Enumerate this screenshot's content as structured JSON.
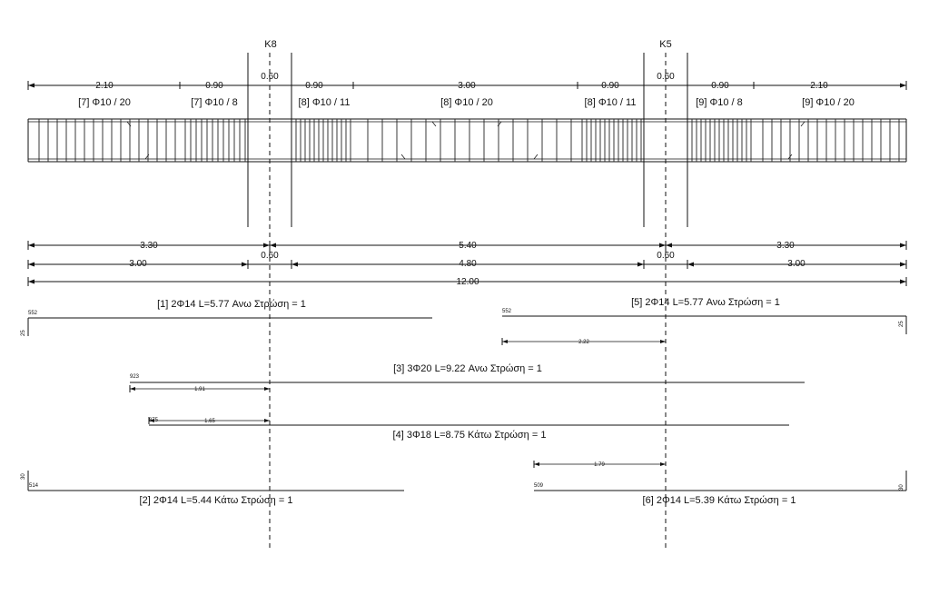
{
  "columns": [
    {
      "label": "K8"
    },
    {
      "label": "K5"
    }
  ],
  "stirrup_zones": [
    {
      "length": "2.10",
      "label": "[7] Φ10 / 20"
    },
    {
      "length": "0.90",
      "label": "[7] Φ10 /  8"
    },
    {
      "length": "0.60",
      "label": ""
    },
    {
      "length": "0.90",
      "label": "[8] Φ10 / 11"
    },
    {
      "length": "3.00",
      "label": "[8] Φ10 / 20"
    },
    {
      "length": "0.90",
      "label": "[8] Φ10 / 11"
    },
    {
      "length": "0.60",
      "label": ""
    },
    {
      "length": "0.90",
      "label": "[9] Φ10 /  8"
    },
    {
      "length": "2.10",
      "label": "[9] Φ10 / 20"
    }
  ],
  "dimension_rows": {
    "axis_spans": [
      "3.30",
      "5.40",
      "3.30"
    ],
    "clear_spans": [
      "3.00",
      "0.60",
      "4.80",
      "0.60",
      "3.00"
    ],
    "total": "12.00"
  },
  "bars": [
    {
      "label": "[1] 2Φ14 L=5.77 Ανω Στρώση = 1",
      "length_mark": "552",
      "hook_mark": "25",
      "anchor_dim": ""
    },
    {
      "label": "[5] 2Φ14 L=5.77 Ανω Στρώση = 1",
      "length_mark": "552",
      "hook_mark": "25",
      "anchor_dim": "2.22"
    },
    {
      "label": "[3] 3Φ20 L=9.22 Ανω Στρώση = 1",
      "length_mark": "923",
      "hook_mark": "",
      "anchor_dim": "1.91"
    },
    {
      "label": "[4] 3Φ18 L=8.75 Κάτω Στρώση = 1",
      "length_mark": "875",
      "hook_mark": "",
      "anchor_dim": "1.65"
    },
    {
      "label": "[2] 2Φ14 L=5.44 Κάτω Στρώση = 1",
      "length_mark": "514",
      "hook_mark": "30",
      "anchor_dim": ""
    },
    {
      "label": "[6] 2Φ14 L=5.39 Κάτω Στρώση = 1",
      "length_mark": "509",
      "hook_mark": "30",
      "anchor_dim": "1.79"
    }
  ]
}
